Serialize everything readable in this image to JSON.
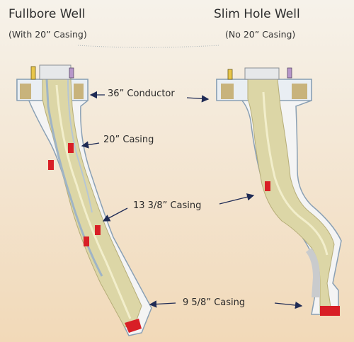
{
  "left_well": {
    "title": "Fullbore Well",
    "subtitle": "(With 20” Casing)"
  },
  "right_well": {
    "title": "Slim Hole Well",
    "subtitle": "(No 20” Casing)"
  },
  "labels": {
    "conductor": "36” Conductor",
    "casing_20": "20” Casing",
    "casing_13": "13 3/8” Casing",
    "casing_9": "9 5/8” Casing"
  },
  "colors": {
    "casing_fill": "#dcd6a6",
    "wellbore": "#ffffff",
    "steel": "#9fb4c6",
    "marker": "#d81f26",
    "cement": "#c8b37c"
  }
}
